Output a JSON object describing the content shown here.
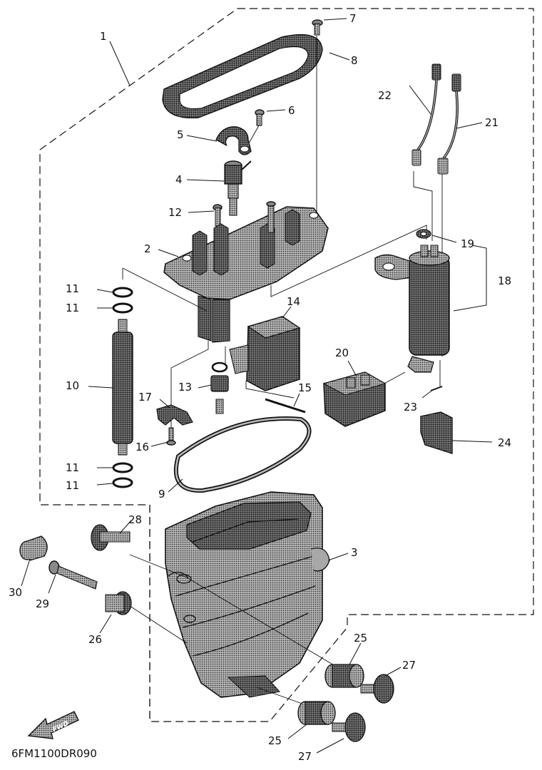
{
  "diagram": {
    "drawing_code": "6FM1100DR090",
    "fwd_label": "FWD",
    "part_labels": [
      {
        "id": "p1",
        "text": "1"
      },
      {
        "id": "p2",
        "text": "2"
      },
      {
        "id": "p3",
        "text": "3"
      },
      {
        "id": "p4",
        "text": "4"
      },
      {
        "id": "p5",
        "text": "5"
      },
      {
        "id": "p6",
        "text": "6"
      },
      {
        "id": "p7",
        "text": "7"
      },
      {
        "id": "p8",
        "text": "8"
      },
      {
        "id": "p9",
        "text": "9"
      },
      {
        "id": "p10",
        "text": "10"
      },
      {
        "id": "p11a",
        "text": "11"
      },
      {
        "id": "p11b",
        "text": "11"
      },
      {
        "id": "p11c",
        "text": "11"
      },
      {
        "id": "p11d",
        "text": "11"
      },
      {
        "id": "p12",
        "text": "12"
      },
      {
        "id": "p13",
        "text": "13"
      },
      {
        "id": "p14",
        "text": "14"
      },
      {
        "id": "p15",
        "text": "15"
      },
      {
        "id": "p16",
        "text": "16"
      },
      {
        "id": "p17",
        "text": "17"
      },
      {
        "id": "p18",
        "text": "18"
      },
      {
        "id": "p19",
        "text": "19"
      },
      {
        "id": "p20",
        "text": "20"
      },
      {
        "id": "p21",
        "text": "21"
      },
      {
        "id": "p22",
        "text": "22"
      },
      {
        "id": "p23",
        "text": "23"
      },
      {
        "id": "p24",
        "text": "24"
      },
      {
        "id": "p25a",
        "text": "25"
      },
      {
        "id": "p25b",
        "text": "25"
      },
      {
        "id": "p26",
        "text": "26"
      },
      {
        "id": "p27a",
        "text": "27"
      },
      {
        "id": "p27b",
        "text": "27"
      },
      {
        "id": "p28",
        "text": "28"
      },
      {
        "id": "p29",
        "text": "29"
      },
      {
        "id": "p30",
        "text": "30"
      }
    ]
  }
}
